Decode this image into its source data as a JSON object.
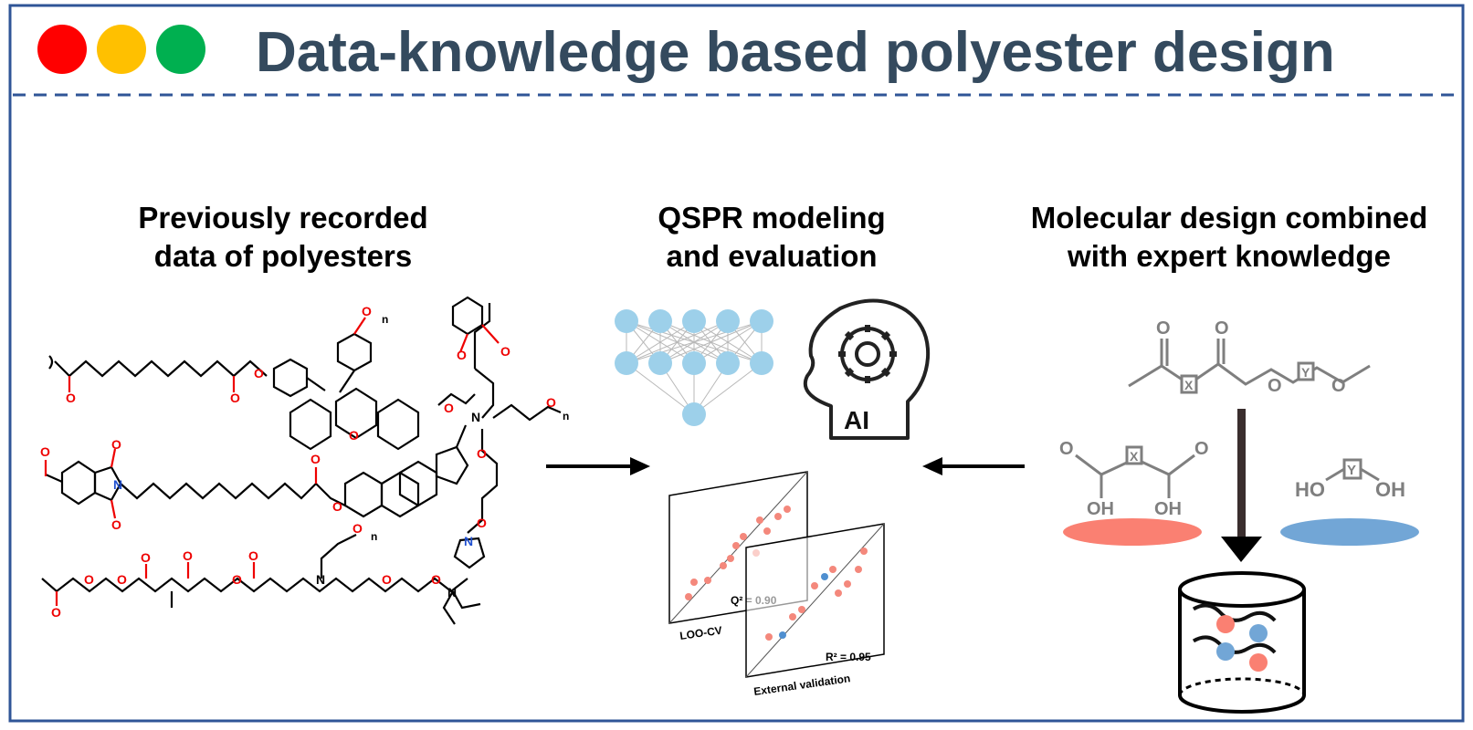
{
  "header": {
    "title": "Data-knowledge based polyester design",
    "dots": {
      "red": "#ff0000",
      "yellow": "#ffc000",
      "green": "#00b050"
    },
    "frame_color": "#2f5597"
  },
  "columns": {
    "left": {
      "line1": "Previously recorded",
      "line2": "data of polyesters"
    },
    "middle": {
      "line1": "QSPR modeling",
      "line2": "and evaluation"
    },
    "right": {
      "line1": "Molecular design combined",
      "line2": "with expert knowledge"
    }
  },
  "chem": {
    "subscript_n": "n",
    "atom_O": "O",
    "atom_N": "N",
    "oh": "OH",
    "ho": "HO",
    "placeholder_X": "X",
    "placeholder_Y": "Y"
  },
  "model": {
    "ai_label": "AI",
    "network_layers": [
      5,
      5,
      1
    ],
    "node_color": "#9dd0ea",
    "q2_label": "Q² = 0.90",
    "r2_label": "R² = 0.95",
    "loo_label": "LOO-CV",
    "ext_label": "External validation"
  },
  "design": {
    "acid_color": "#fa8072",
    "diol_color": "#72a6d6",
    "structure_color": "#7f7f7f"
  }
}
